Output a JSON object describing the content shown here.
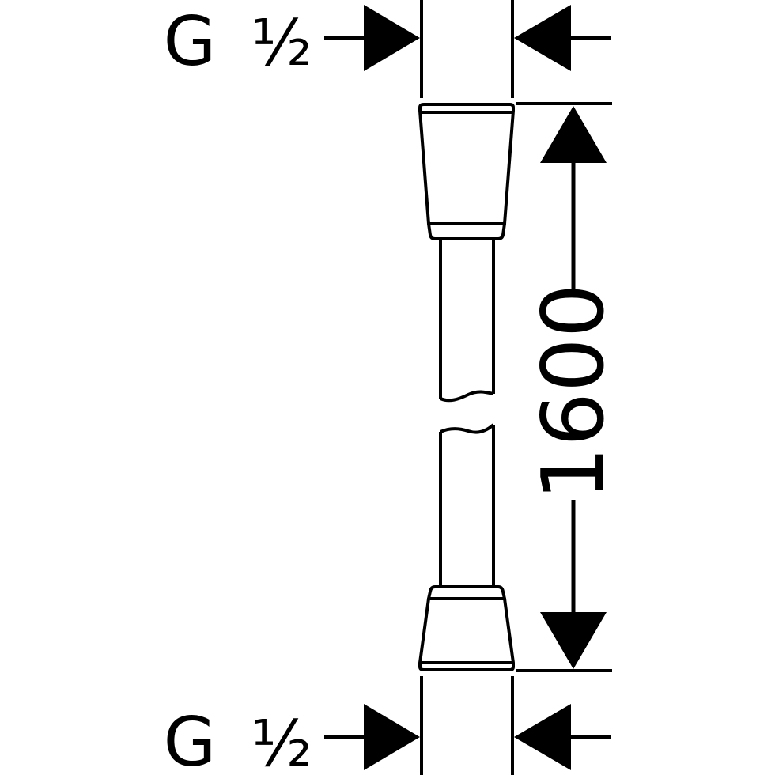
{
  "thread_top": {
    "letter": "G",
    "size": "½"
  },
  "thread_bottom": {
    "letter": "G",
    "size": "½"
  },
  "length": {
    "value": "1600"
  },
  "colors": {
    "line": "#000000",
    "background": "#ffffff"
  }
}
